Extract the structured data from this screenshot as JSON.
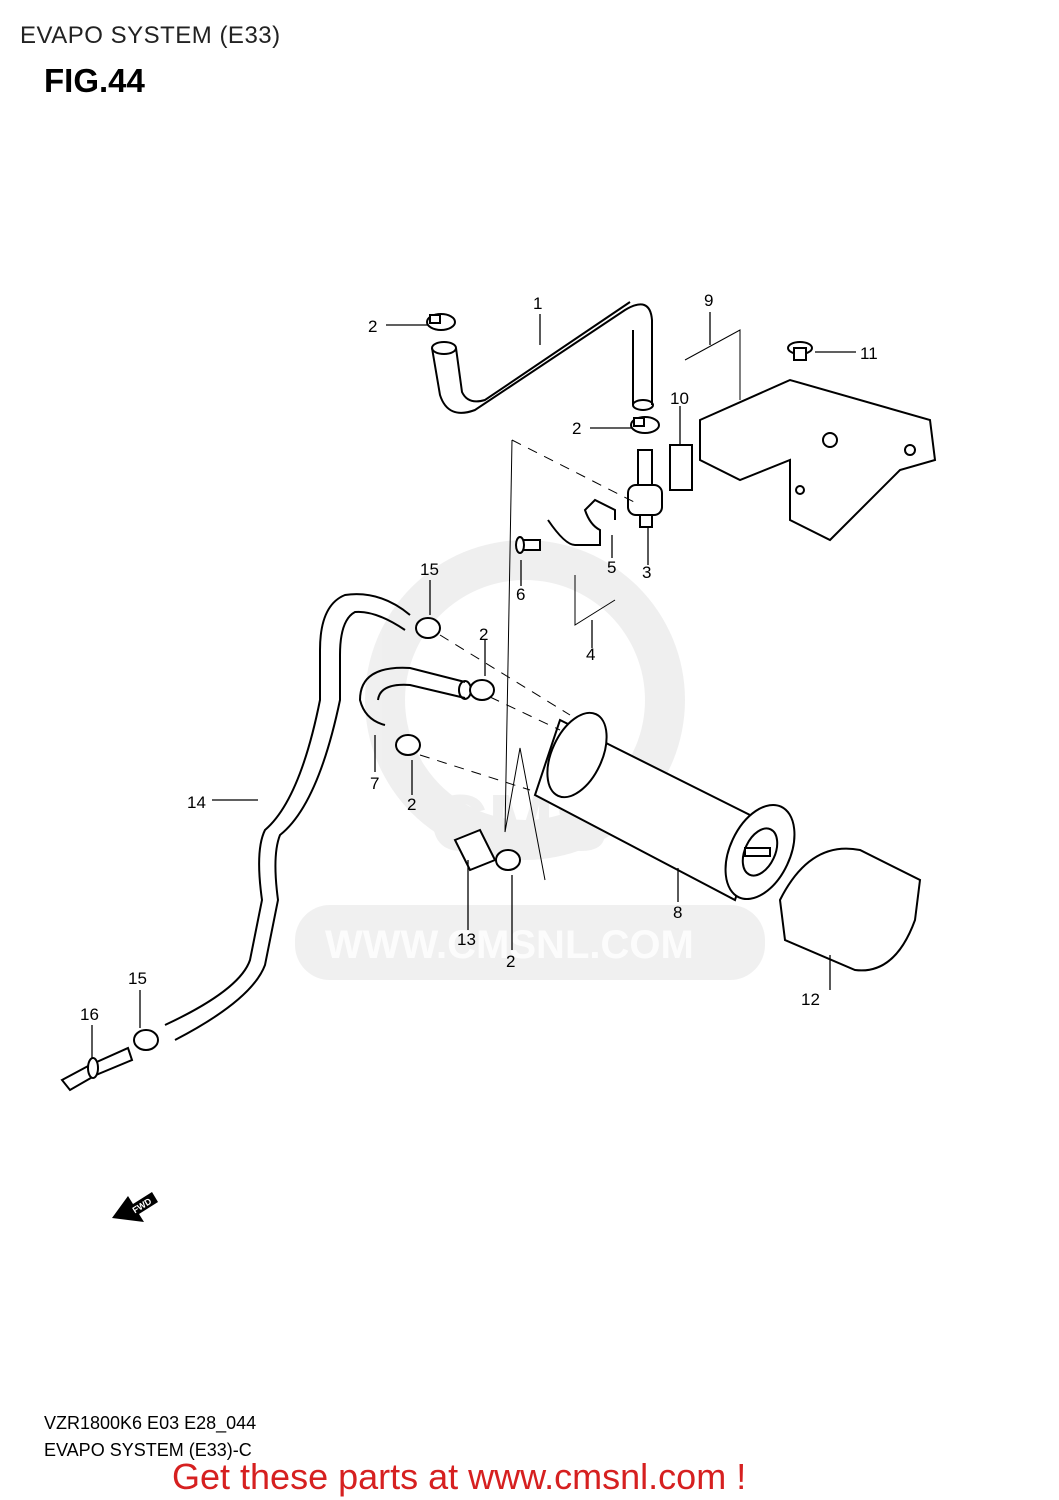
{
  "header": {
    "section_title": "EVAPO SYSTEM (E33)",
    "figure_label": "FIG.44"
  },
  "callouts": [
    {
      "id": "c1",
      "label": "1"
    },
    {
      "id": "c2a",
      "label": "2"
    },
    {
      "id": "c2b",
      "label": "2"
    },
    {
      "id": "c2c",
      "label": "2"
    },
    {
      "id": "c2d",
      "label": "2"
    },
    {
      "id": "c2e",
      "label": "2"
    },
    {
      "id": "c3",
      "label": "3"
    },
    {
      "id": "c4",
      "label": "4"
    },
    {
      "id": "c5",
      "label": "5"
    },
    {
      "id": "c6",
      "label": "6"
    },
    {
      "id": "c7",
      "label": "7"
    },
    {
      "id": "c8",
      "label": "8"
    },
    {
      "id": "c9",
      "label": "9"
    },
    {
      "id": "c10",
      "label": "10"
    },
    {
      "id": "c11",
      "label": "11"
    },
    {
      "id": "c12",
      "label": "12"
    },
    {
      "id": "c13",
      "label": "13"
    },
    {
      "id": "c14",
      "label": "14"
    },
    {
      "id": "c15a",
      "label": "15"
    },
    {
      "id": "c15b",
      "label": "15"
    },
    {
      "id": "c16",
      "label": "16"
    }
  ],
  "watermark": {
    "text": "WWW.CMSNL.COM"
  },
  "fwd_arrow": {
    "label": "FWD"
  },
  "footer": {
    "model_code": "VZR1800K6 E03 E28_044",
    "diagram_name": "EVAPO SYSTEM (E33)-C",
    "promo_text": "Get these parts at www.cmsnl.com !",
    "promo_color": "#d62020"
  }
}
